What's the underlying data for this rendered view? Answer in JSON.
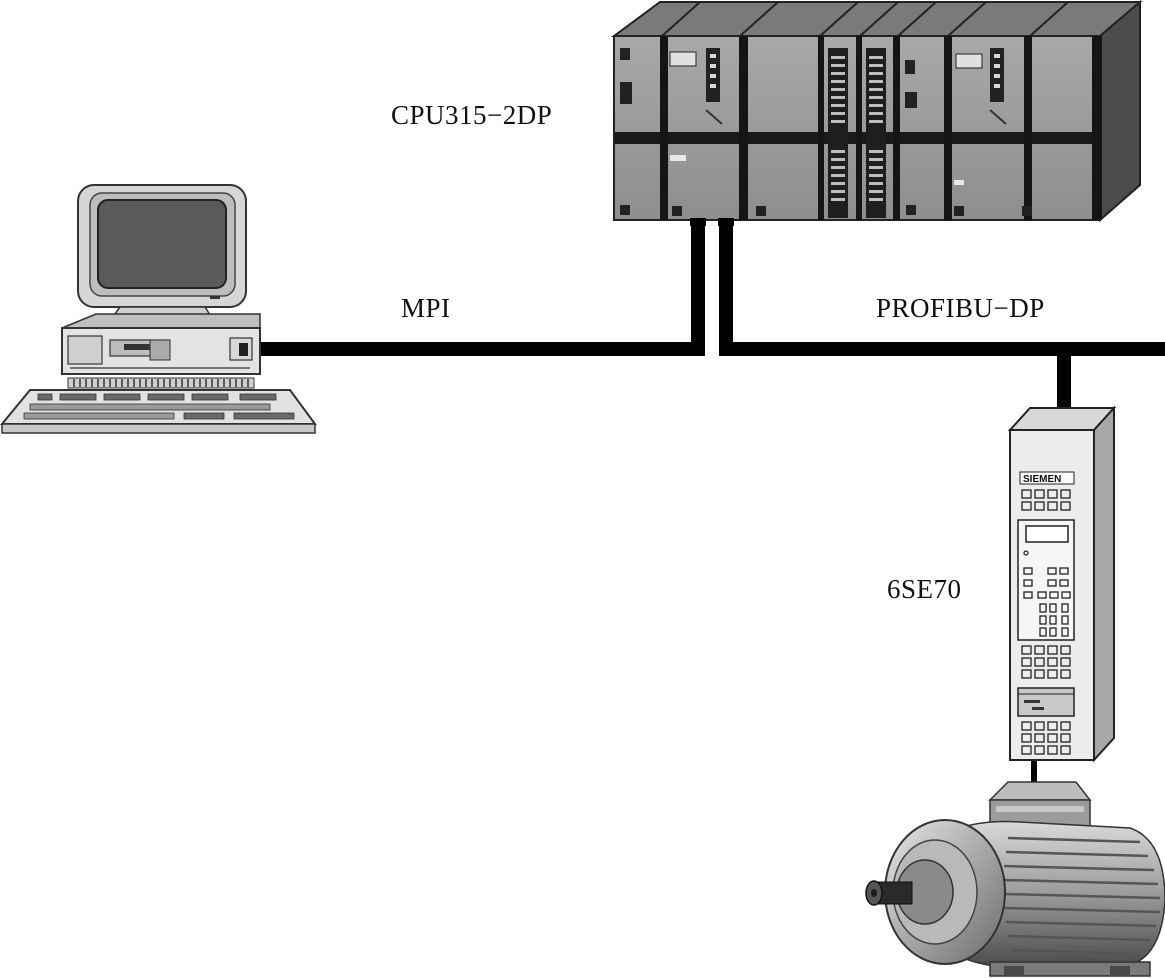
{
  "labels": {
    "plc": "CPU315−2DP",
    "mpi": "MPI",
    "profibus": "PROFIBU−DP",
    "drive": "6SE70"
  },
  "drive_brand": "SIEMEN",
  "colors": {
    "cable": "#000000",
    "housing_light": "#e4e4e4",
    "housing_mid": "#bdbdbd",
    "housing_dark": "#8a8a8a",
    "screen": "#555555",
    "plc_front": "#9c9c9c",
    "plc_top": "#6a6a6a"
  },
  "icons": {
    "pc": "desktop-computer-icon",
    "plc": "plc-rack-icon",
    "drive": "frequency-inverter-icon",
    "motor": "electric-motor-icon"
  }
}
